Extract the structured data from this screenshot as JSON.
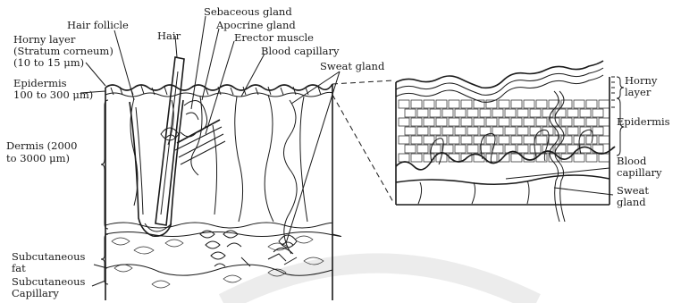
{
  "labels": {
    "hair_follicle": "Hair follicle",
    "hair": "Hair",
    "sebaceous_gland": "Sebaceous gland",
    "apocrine_gland": "Apocrine gland",
    "erector_muscle": "Erector muscle",
    "blood_capillary": "Blood capillary",
    "sweat_gland": "Sweat gland",
    "horny_layer_1": "Horny layer",
    "horny_layer_2": "(Stratum corneum)",
    "horny_layer_3": "(10 to 15 μm)",
    "epidermis_1": "Epidermis",
    "epidermis_2": "100 to 300 μm)",
    "dermis_1": "Dermis (2000",
    "dermis_2": "to 3000 μm)",
    "subcutaneous_fat_1": "Subcutaneous",
    "subcutaneous_fat_2": "fat",
    "subcutaneous_cap_1": "Subcutaneous",
    "subcutaneous_cap_2": "Capillary",
    "inset_horny_1": "Horny",
    "inset_horny_2": "layer",
    "inset_epidermis": "Epidermis",
    "inset_blood_1": "Blood",
    "inset_blood_2": "capillary",
    "inset_sweat_1": "Sweat",
    "inset_sweat_2": "gland"
  },
  "colors": {
    "ink": "#1a1a1a",
    "background": "#ffffff",
    "watermark": "#ececec"
  }
}
